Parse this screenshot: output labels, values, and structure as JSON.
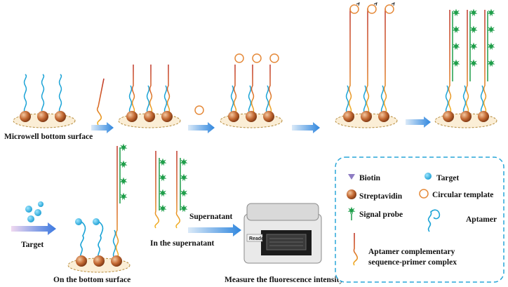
{
  "labels": {
    "microwell_bottom_surface": "Microwell bottom surface",
    "target_input": "Target",
    "supernatant_arrow": "Supernatant",
    "on_bottom_surface": "On the bottom surface",
    "in_supernatant": "In the supernatant",
    "measure": "Measure the fluorescence intensity",
    "reader": "Reader"
  },
  "legend": {
    "biotin": "Biotin",
    "target": "Target",
    "streptavidin": "Streptavidin",
    "circular_template": "Circular template",
    "signal_probe": "Signal probe",
    "aptamer": "Aptamer",
    "complex_line1": "Aptamer complementary",
    "complex_line2": "sequence-primer complex"
  },
  "colors": {
    "aptamer": "#1aa3d6",
    "complement_top": "#c0392b",
    "complement_bottom": "#f0a020",
    "signal_probe": "#1f9e4a",
    "streptavidin": "#b0582a",
    "biotin": "#8e7cc3",
    "circular_template": "#e58a3a",
    "arrow": "#3a8fe0",
    "well_fill": "#fbeed6",
    "legend_border": "#29a6d8"
  }
}
